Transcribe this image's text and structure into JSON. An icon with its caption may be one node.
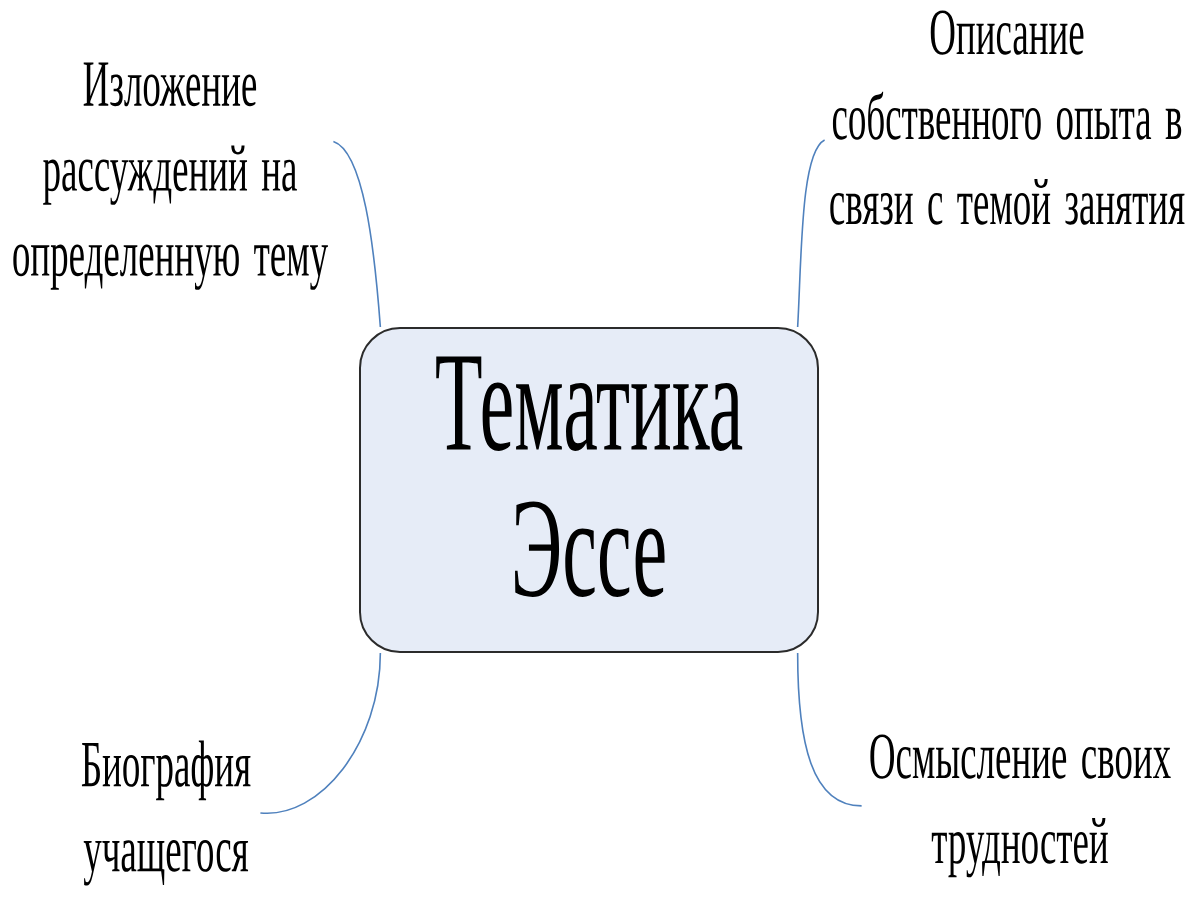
{
  "diagram": {
    "nodes": [
      {
        "text": [
          "Изложение рассуждений на определенную тему"
        ]
      },
      {
        "text": [
          "Описание собственного опыта в связи с темой занятия"
        ]
      },
      {
        "text": [
          "Тематика Эссе"
        ]
      },
      {
        "text": [
          "Биография учащегося"
        ]
      },
      {
        "text": [
          "Осмысление своих трудностей"
        ]
      }
    ],
    "edges": [
      {
        "from": 2,
        "to": 0,
        "arrow": "none"
      },
      {
        "from": 2,
        "to": 1,
        "arrow": "none"
      },
      {
        "from": 2,
        "to": 3,
        "arrow": "none"
      },
      {
        "from": 2,
        "to": 4,
        "arrow": "none"
      }
    ]
  }
}
